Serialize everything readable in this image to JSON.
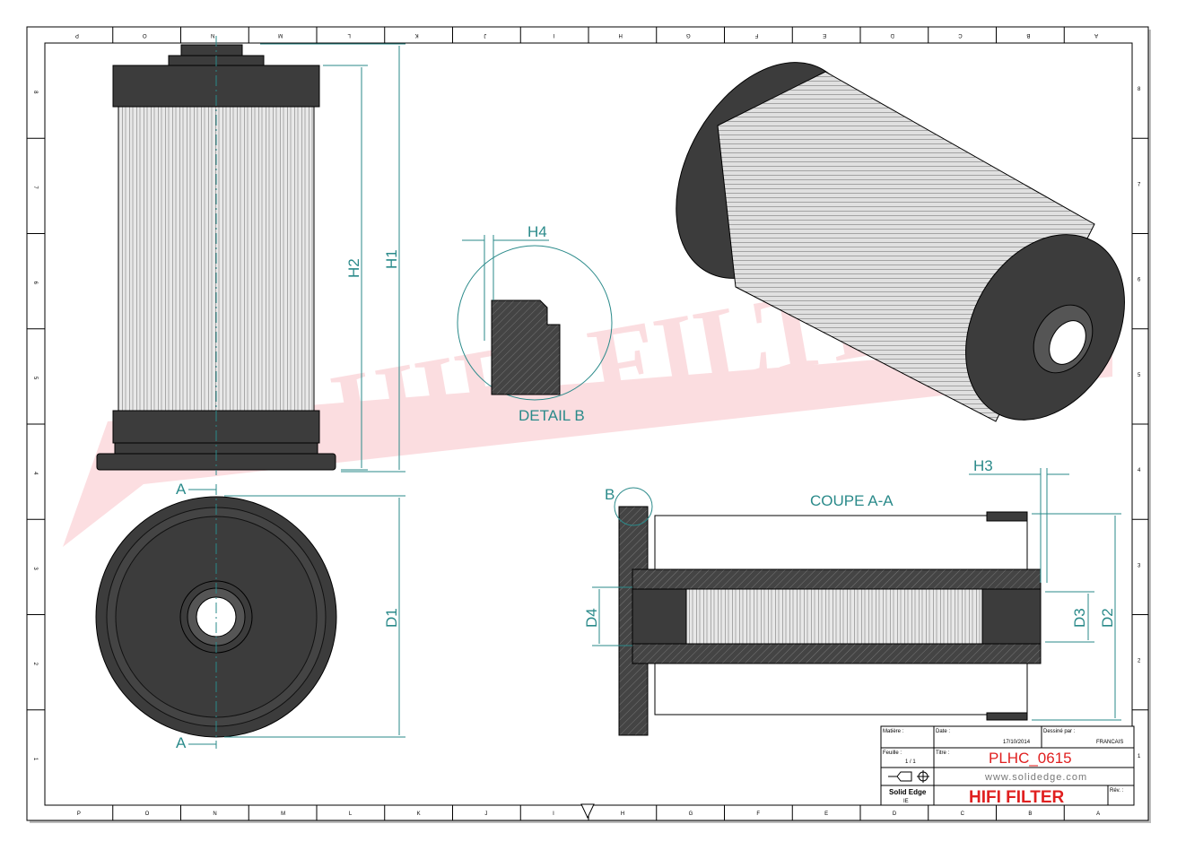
{
  "border": {
    "columns": [
      "P",
      "O",
      "N",
      "M",
      "L",
      "K",
      "J",
      "I",
      "H",
      "G",
      "F",
      "E",
      "D",
      "C",
      "B",
      "A"
    ],
    "rows": [
      "8",
      "7",
      "6",
      "5",
      "4",
      "3",
      "2",
      "1"
    ]
  },
  "watermark": "HIFI FILTER",
  "views": {
    "front": {
      "h1": "H1",
      "h2": "H2"
    },
    "bottom": {
      "d1": "D1",
      "section_mark_top": "A",
      "section_mark_bottom": "A"
    },
    "detail": {
      "title": "DETAIL B",
      "h4": "H4"
    },
    "section": {
      "title": "COUPE A-A",
      "detail_mark": "B",
      "h3": "H3",
      "d2": "D2",
      "d3": "D3",
      "d4": "D4"
    }
  },
  "title_block": {
    "material_label": "Matière :",
    "date_label": "Date :",
    "date": "17/10/2014",
    "drawn_by_label": "Dessiné par :",
    "drawn_by": "FRANCAIS",
    "sheet_label": "Feuille :",
    "sheet": "1 / 1",
    "title_label": "Titre :",
    "title": "PLHC_0615",
    "website": "www.solidedge.com",
    "software": "Solid Edge",
    "software_sub": "IE",
    "company": "HIFI FILTER",
    "rev_label": "Rév. :"
  },
  "colors": {
    "accent": "#2a8a8a",
    "brand": "#e02020",
    "part": "#3c3c3c"
  }
}
